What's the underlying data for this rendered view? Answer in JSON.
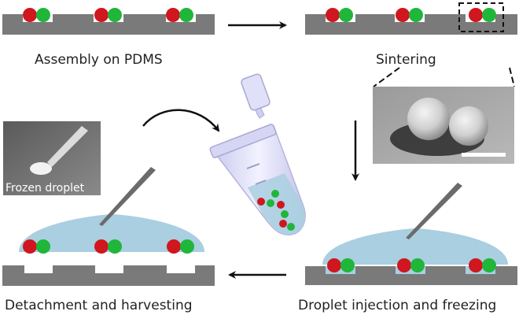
{
  "captions": {
    "assembly": "Assembly on PDMS",
    "sintering": "Sintering",
    "injection": "Droplet injection and freezing",
    "detachment": "Detachment and harvesting",
    "frozen_droplet": "Frozen droplet"
  },
  "colors": {
    "substrate": "#7a7a7a",
    "red_particle": "#d0161e",
    "green_particle": "#1fb63a",
    "droplet": "#a9cfe1",
    "needle": "#6b6b6b",
    "arrow": "#111111",
    "tube": "#d8d8f2"
  },
  "icons": {
    "sem_image": "sintered-dimer-sem-image",
    "photo": "frozen-droplet-photo",
    "tube": "eppendorf-tube-icon"
  }
}
